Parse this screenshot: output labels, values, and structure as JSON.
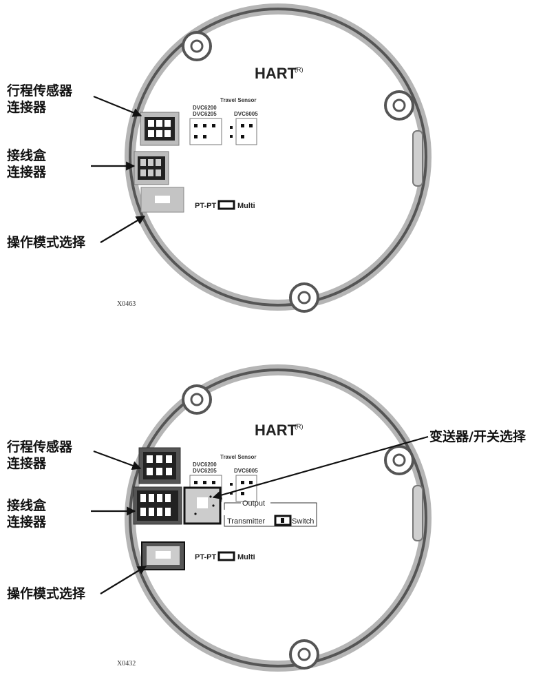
{
  "callouts": {
    "travel_sensor_connector_line1": "行程传感器",
    "travel_sensor_connector_line2": "连接器",
    "terminal_box_connector_line1": "接线盒",
    "terminal_box_connector_line2": "连接器",
    "operation_mode_select": "操作模式选择",
    "transmitter_switch_select": "变送器/开关选择"
  },
  "board": {
    "brand": "HART",
    "brand_mark": "(R)",
    "travel_sensor_title": "Travel Sensor",
    "model_a": "DVC6200",
    "model_b": "DVC6205",
    "model_c": "DVC6005",
    "mode_left": "PT-PT",
    "mode_right": "Multi",
    "output_title": "Output",
    "output_left": "Transmitter",
    "output_right": "Switch"
  },
  "figure_codes": {
    "top": "X0463",
    "bottom": "X0432"
  }
}
